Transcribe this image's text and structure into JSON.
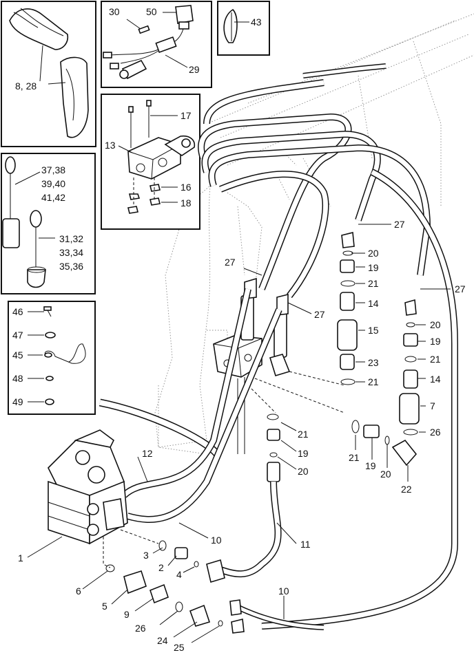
{
  "callouts": [
    {
      "id": "c-8-28",
      "text": "8, 28"
    },
    {
      "id": "c-30",
      "text": "30"
    },
    {
      "id": "c-50",
      "text": "50"
    },
    {
      "id": "c-29",
      "text": "29"
    },
    {
      "id": "c-43",
      "text": "43"
    },
    {
      "id": "c-17",
      "text": "17"
    },
    {
      "id": "c-13",
      "text": "13"
    },
    {
      "id": "c-16",
      "text": "16"
    },
    {
      "id": "c-18",
      "text": "18"
    },
    {
      "id": "c-37-38",
      "text": "37,38"
    },
    {
      "id": "c-39-40",
      "text": "39,40"
    },
    {
      "id": "c-41-42",
      "text": "41,42"
    },
    {
      "id": "c-31-32",
      "text": "31,32"
    },
    {
      "id": "c-33-34",
      "text": "33,34"
    },
    {
      "id": "c-35-36",
      "text": "35,36"
    },
    {
      "id": "c-46",
      "text": "46"
    },
    {
      "id": "c-47",
      "text": "47"
    },
    {
      "id": "c-45",
      "text": "45"
    },
    {
      "id": "c-48",
      "text": "48"
    },
    {
      "id": "c-49",
      "text": "49"
    },
    {
      "id": "c-27a",
      "text": "27"
    },
    {
      "id": "c-27b",
      "text": "27"
    },
    {
      "id": "c-27c",
      "text": "27"
    },
    {
      "id": "c-27d",
      "text": "27"
    },
    {
      "id": "c-20a",
      "text": "20"
    },
    {
      "id": "c-19a",
      "text": "19"
    },
    {
      "id": "c-21a",
      "text": "21"
    },
    {
      "id": "c-14a",
      "text": "14"
    },
    {
      "id": "c-15",
      "text": "15"
    },
    {
      "id": "c-23",
      "text": "23"
    },
    {
      "id": "c-21b",
      "text": "21"
    },
    {
      "id": "c-20b",
      "text": "20"
    },
    {
      "id": "c-19b",
      "text": "19"
    },
    {
      "id": "c-21c",
      "text": "21"
    },
    {
      "id": "c-14b",
      "text": "14"
    },
    {
      "id": "c-7",
      "text": "7"
    },
    {
      "id": "c-26a",
      "text": "26"
    },
    {
      "id": "c-21d",
      "text": "21"
    },
    {
      "id": "c-19c",
      "text": "19"
    },
    {
      "id": "c-20c",
      "text": "20"
    },
    {
      "id": "c-21e",
      "text": "21"
    },
    {
      "id": "c-19d",
      "text": "19"
    },
    {
      "id": "c-20d",
      "text": "20"
    },
    {
      "id": "c-22",
      "text": "22"
    },
    {
      "id": "c-12",
      "text": "12"
    },
    {
      "id": "c-1",
      "text": "1"
    },
    {
      "id": "c-10a",
      "text": "10"
    },
    {
      "id": "c-11",
      "text": "11"
    },
    {
      "id": "c-3",
      "text": "3"
    },
    {
      "id": "c-2",
      "text": "2"
    },
    {
      "id": "c-4",
      "text": "4"
    },
    {
      "id": "c-6",
      "text": "6"
    },
    {
      "id": "c-5",
      "text": "5"
    },
    {
      "id": "c-9",
      "text": "9"
    },
    {
      "id": "c-26b",
      "text": "26"
    },
    {
      "id": "c-24",
      "text": "24"
    },
    {
      "id": "c-25",
      "text": "25"
    },
    {
      "id": "c-10b",
      "text": "10"
    }
  ]
}
